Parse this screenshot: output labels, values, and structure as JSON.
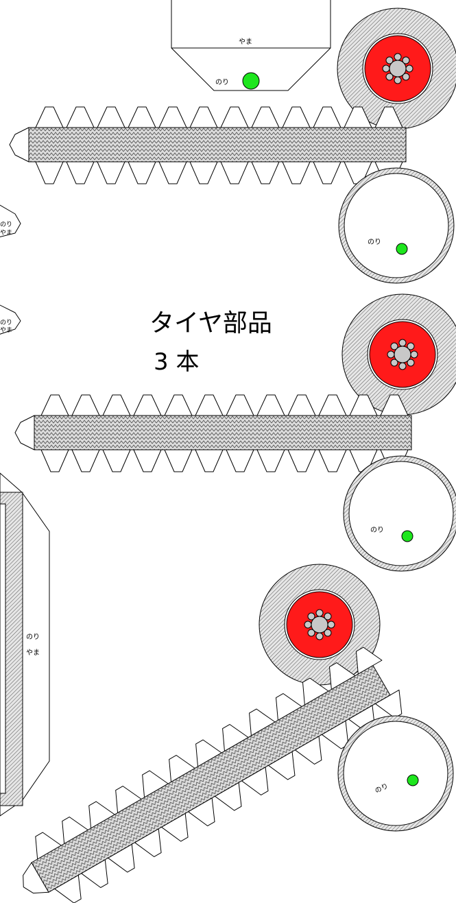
{
  "title": {
    "line1": "タイヤ部品",
    "line2": "3 本"
  },
  "labels": {
    "glue": "のり",
    "fold": "やま"
  },
  "colors": {
    "hub_red": "#ff1a1a",
    "dot_green": "#1ee61e",
    "bolt_gray": "#c8c8c8",
    "tread_gray": "#d8d8d8",
    "outline": "#000000"
  },
  "icons": {
    "glue_dot": "green-dot-icon",
    "bolt": "bolt-circle-icon"
  }
}
